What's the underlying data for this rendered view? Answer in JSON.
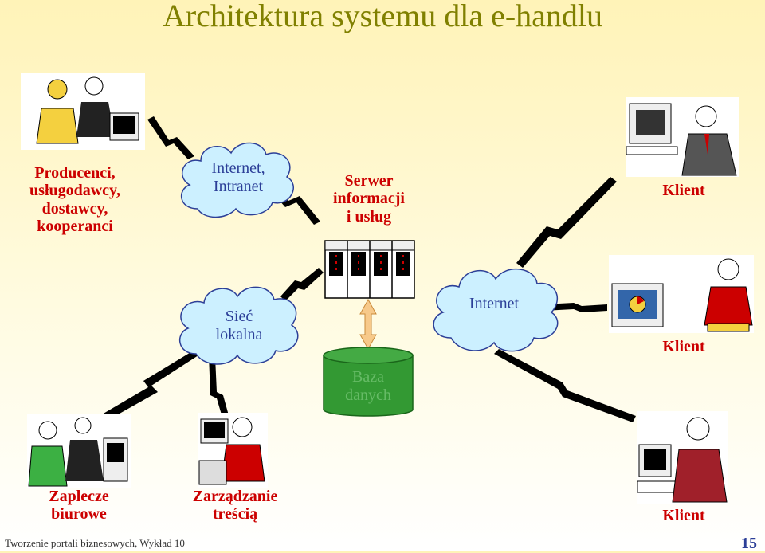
{
  "title": "Architektura systemu dla e-handlu",
  "nodes": {
    "producers": [
      "Producenci,",
      "usługodawcy,",
      "dostawcy,",
      "kooperanci"
    ],
    "cloud_intranet": [
      "Internet,",
      "Intranet"
    ],
    "server": [
      "Serwer",
      "informacji",
      "i usług"
    ],
    "client1": "Klient",
    "cloud_lan": [
      "Sieć",
      "lokalna"
    ],
    "cloud_internet": "Internet",
    "client2": "Klient",
    "database": [
      "Baza",
      "danych"
    ],
    "back_office": [
      "Zaplecze",
      "biurowe"
    ],
    "content_mgmt": [
      "Zarządzanie",
      "treścią"
    ],
    "client3": "Klient"
  },
  "footer": {
    "course": "Tworzenie portali biznesowych, Wykład 10",
    "page": "15"
  },
  "colors": {
    "title": "#808000",
    "red_label": "#cc0000",
    "blue_label": "#2c3f98",
    "cloud_fill": "#ccf0ff",
    "database_fill": "#339933"
  }
}
